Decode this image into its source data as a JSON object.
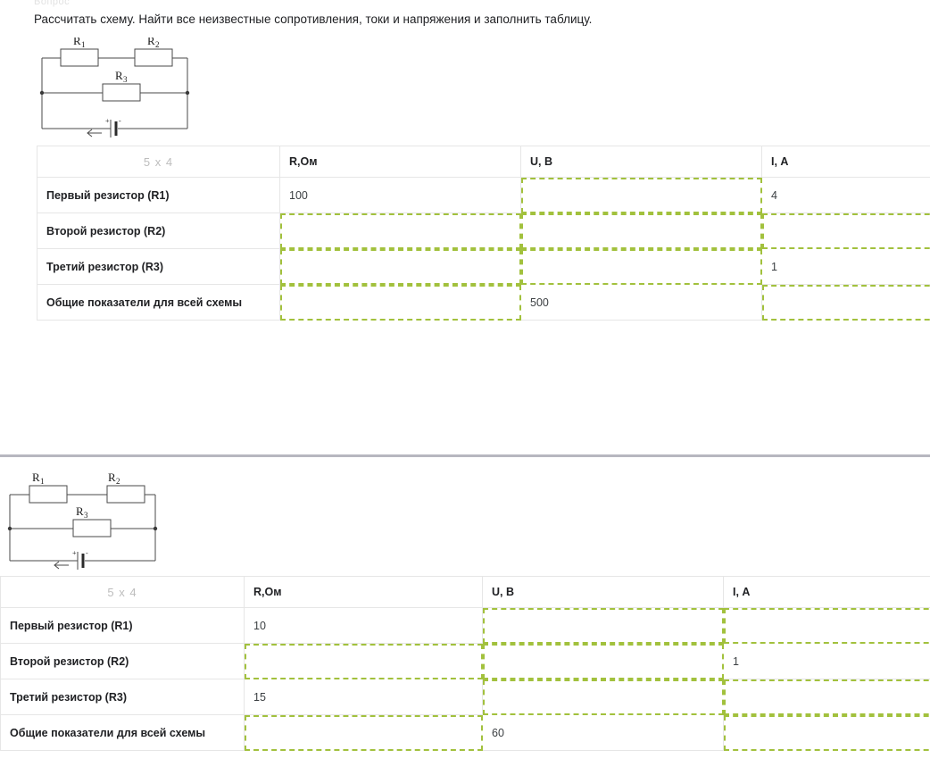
{
  "page": {
    "breadcrumb_faded": "Вопрос",
    "question": "Рассчитать схему. Найти все неизвестные сопротивления, токи и напряжения и заполнить таблицу.",
    "accent_dashed_color": "#a2c13d",
    "divider_color": "#b7b7bf"
  },
  "circuit": {
    "labels": {
      "r1": "R",
      "r1_sub": "1",
      "r2": "R",
      "r2_sub": "2",
      "r3": "R",
      "r3_sub": "3"
    },
    "battery": {
      "plus": "+",
      "minus": "-",
      "arrow": "←"
    },
    "name": "series-parallel-resistor-circuit"
  },
  "tables": [
    {
      "id": "table-1",
      "headers": [
        "5 x 4",
        "R,Ом",
        "U, В",
        "I, А"
      ],
      "rows": [
        {
          "label": "Первый резистор (R1)",
          "cells": [
            {
              "value": "100",
              "highlight": false
            },
            {
              "value": "",
              "highlight": true
            },
            {
              "value": "4",
              "highlight": false
            }
          ]
        },
        {
          "label": "Второй резистор (R2)",
          "cells": [
            {
              "value": "",
              "highlight": true
            },
            {
              "value": "",
              "highlight": true
            },
            {
              "value": "",
              "highlight": true
            }
          ]
        },
        {
          "label": "Третий резистор (R3)",
          "cells": [
            {
              "value": "",
              "highlight": true
            },
            {
              "value": "",
              "highlight": true
            },
            {
              "value": "1",
              "highlight": false
            }
          ]
        },
        {
          "label": "Общие показатели для всей схемы",
          "cells": [
            {
              "value": "",
              "highlight": true
            },
            {
              "value": "500",
              "highlight": false
            },
            {
              "value": "",
              "highlight": true
            }
          ]
        }
      ]
    },
    {
      "id": "table-2",
      "headers": [
        "5 x 4",
        "R,Ом",
        "U, В",
        "I, А"
      ],
      "rows": [
        {
          "label": "Первый резистор (R1)",
          "cells": [
            {
              "value": "10",
              "highlight": false
            },
            {
              "value": "",
              "highlight": true
            },
            {
              "value": "",
              "highlight": true
            }
          ]
        },
        {
          "label": "Второй резистор (R2)",
          "cells": [
            {
              "value": "",
              "highlight": true
            },
            {
              "value": "",
              "highlight": true
            },
            {
              "value": "1",
              "highlight": false
            }
          ]
        },
        {
          "label": "Третий резистор (R3)",
          "cells": [
            {
              "value": "15",
              "highlight": false
            },
            {
              "value": "",
              "highlight": true
            },
            {
              "value": "",
              "highlight": true
            }
          ]
        },
        {
          "label": "Общие показатели для всей схемы",
          "cells": [
            {
              "value": "",
              "highlight": true
            },
            {
              "value": "60",
              "highlight": false
            },
            {
              "value": "",
              "highlight": true
            }
          ]
        }
      ]
    }
  ]
}
